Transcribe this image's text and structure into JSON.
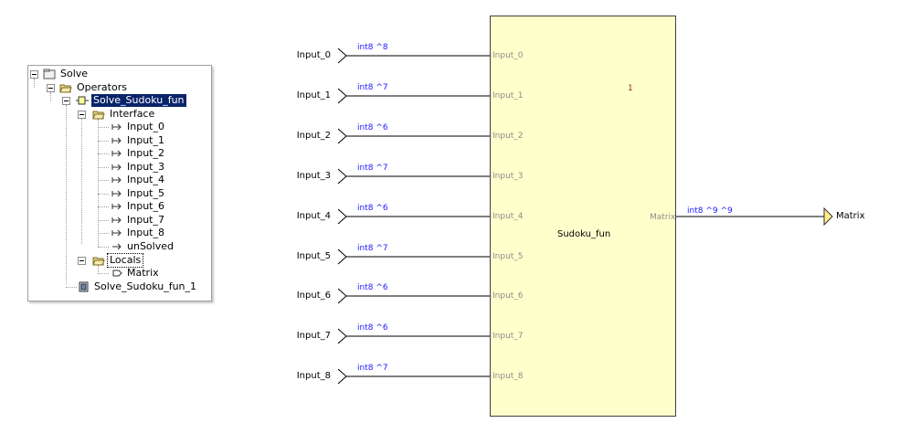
{
  "tree": {
    "root": "Solve",
    "operators": "Operators",
    "operator": "Solve_Sudoku_fun",
    "interface": "Interface",
    "inputs": [
      "Input_0",
      "Input_1",
      "Input_2",
      "Input_3",
      "Input_4",
      "Input_5",
      "Input_6",
      "Input_7",
      "Input_8"
    ],
    "unsolved": "unSolved",
    "locals": "Locals",
    "matrix": "Matrix",
    "instance": "Solve_Sudoku_fun_1"
  },
  "diagram": {
    "operator_name": "Sudoku_fun",
    "instance_number": "1",
    "inputs": [
      {
        "name": "Input_0",
        "type": "int8 ^8",
        "port": "Input_0"
      },
      {
        "name": "Input_1",
        "type": "int8 ^7",
        "port": "Input_1"
      },
      {
        "name": "Input_2",
        "type": "int8 ^6",
        "port": "Input_2"
      },
      {
        "name": "Input_3",
        "type": "int8 ^7",
        "port": "Input_3"
      },
      {
        "name": "Input_4",
        "type": "int8 ^6",
        "port": "Input_4"
      },
      {
        "name": "Input_5",
        "type": "int8 ^7",
        "port": "Input_5"
      },
      {
        "name": "Input_6",
        "type": "int8 ^6",
        "port": "Input_6"
      },
      {
        "name": "Input_7",
        "type": "int8 ^6",
        "port": "Input_7"
      },
      {
        "name": "Input_8",
        "type": "int8 ^7",
        "port": "Input_8"
      }
    ],
    "output": {
      "name": "Matrix",
      "type": "int8 ^9 ^9",
      "port": "Matrix"
    }
  },
  "colors": {
    "block_fill": "#ffffcc",
    "type_label": "#1a1aff",
    "port_label": "#8c8c8c",
    "selection": "#0a246a",
    "output_arrow_fill": "#ffee88"
  }
}
